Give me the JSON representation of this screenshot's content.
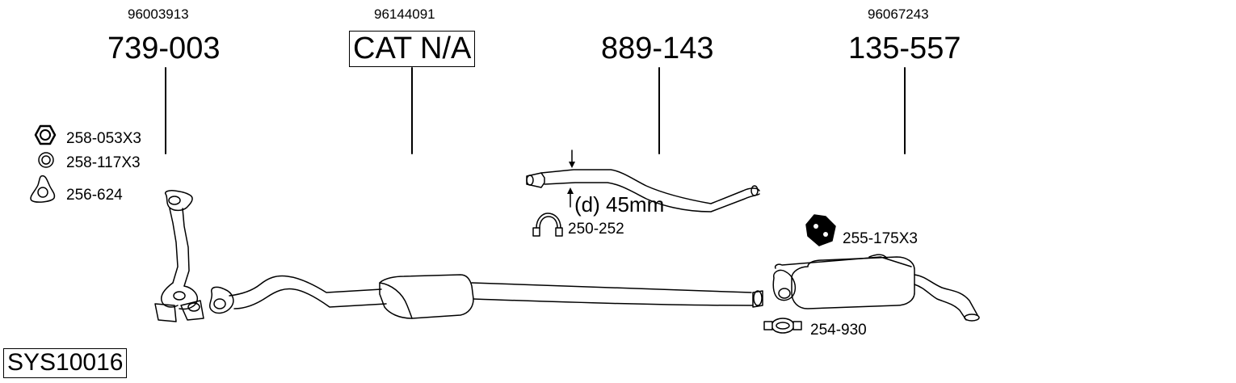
{
  "columns": [
    {
      "oem": "96003913",
      "part": "739-003"
    },
    {
      "oem": "96144091",
      "part": "CAT N/A"
    },
    {
      "oem": "",
      "part": "889-143"
    },
    {
      "oem": "96067243",
      "part": "135-557"
    }
  ],
  "accessories": {
    "nut": "258-053X3",
    "ring": "258-117X3",
    "gasket": "256-624",
    "clamp_front": "250-252",
    "hanger": "255-175X3",
    "clamp_rear": "254-930"
  },
  "pipe_diameter": "(d) 45mm",
  "system_code": "SYS10016",
  "colors": {
    "line": "#000000",
    "fill": "#ffffff",
    "rubber": "#000000"
  }
}
